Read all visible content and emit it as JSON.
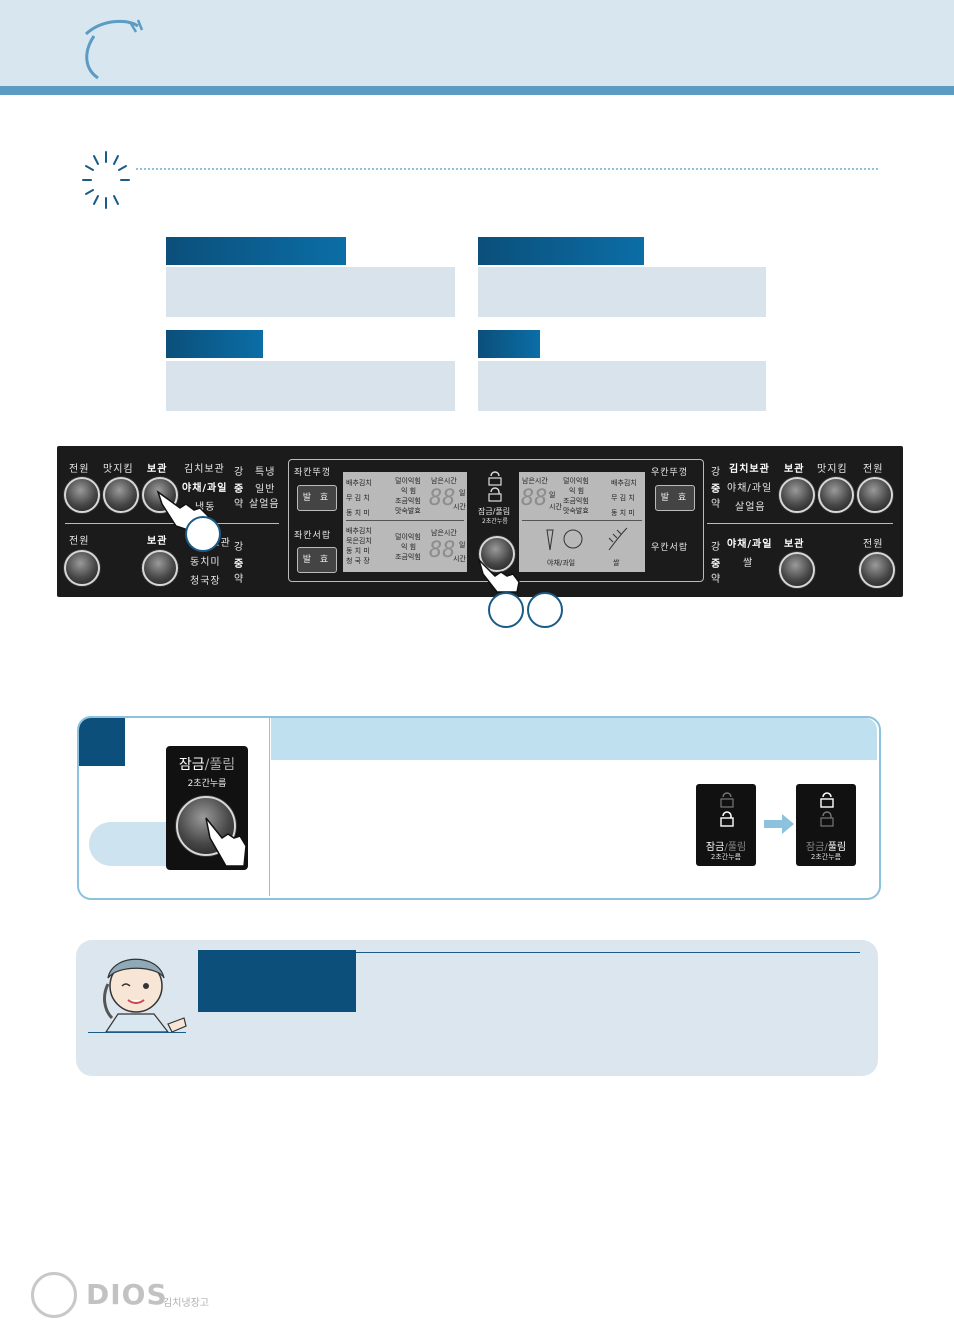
{
  "panel": {
    "left_upper": {
      "power": "전원",
      "fermentation": "맛지킴",
      "storage": "보관",
      "modes": [
        "김치보관",
        "야채/과일",
        "냉동"
      ],
      "levels": [
        "강",
        "중",
        "약"
      ],
      "extra": [
        "특냉",
        "일반",
        "살얼음"
      ]
    },
    "left_lower": {
      "power": "전원",
      "storage": "보관",
      "modes": [
        "김치보관",
        "동치미",
        "청국장"
      ],
      "levels": [
        "강",
        "중",
        "약"
      ]
    },
    "center": {
      "left_lid": "좌칸뚜껑",
      "left_drawer": "좌칸서랍",
      "ferment_btn": "발 효",
      "lcd_upper_left": [
        "배추김치",
        "무 김 치",
        "동 치 미"
      ],
      "lcd_upper_mid": [
        "덜이익힘",
        "익 힘",
        "조금익힘",
        "맛숙발효"
      ],
      "lcd_lower_left": [
        "배추김치",
        "묵은김치",
        "동 치 미",
        "청 국 장"
      ],
      "lcd_lower_mid": [
        "덜이익힘",
        "익 힘",
        "조금익힘"
      ],
      "remaining": "남은시간",
      "digits": "88",
      "day": "일",
      "hour": "시간",
      "lock_label": "잠금/풀림",
      "lock_hint": "2초간누름",
      "lcd_right_mid": [
        "덜이익힘",
        "익 힘",
        "조금익힘",
        "맛숙발효"
      ],
      "lcd_right_right": [
        "배추김치",
        "무 김 치",
        "동 치 미"
      ],
      "veg_label": "야채/과일",
      "rice_label": "쌀",
      "right_lid": "우칸뚜껑",
      "right_drawer": "우칸서랍"
    },
    "right_upper": {
      "levels": [
        "강",
        "중",
        "약"
      ],
      "modes": [
        "김치보관",
        "야채/과일",
        "살얼음"
      ],
      "storage": "보관",
      "fermentation": "맛지킴",
      "power": "전원"
    },
    "right_lower": {
      "levels": [
        "강",
        "중",
        "약"
      ],
      "modes": [
        "야채/과일",
        "쌀"
      ],
      "storage": "보관",
      "power": "전원"
    }
  },
  "lockbox": {
    "btn_lock": "잠금",
    "btn_slash": "/",
    "btn_unlock": "풀림",
    "btn_hint": "2초간누름",
    "state_before": {
      "lock": "잠금",
      "slash": "/",
      "unlock": "풀림",
      "hint": "2초간누름"
    },
    "state_after": {
      "lock": "잠금",
      "slash": "/",
      "unlock": "풀림",
      "hint": "2초간누름"
    }
  },
  "footer": {
    "brand": "DIOS",
    "product": "김치냉장고"
  },
  "colors": {
    "header_bg": "#d8e6ef",
    "header_rule": "#5a9cc4",
    "tab_blue": "#0b5f92",
    "panel_bg": "#1b1b1b",
    "tip_bg": "#dbe6ee"
  }
}
